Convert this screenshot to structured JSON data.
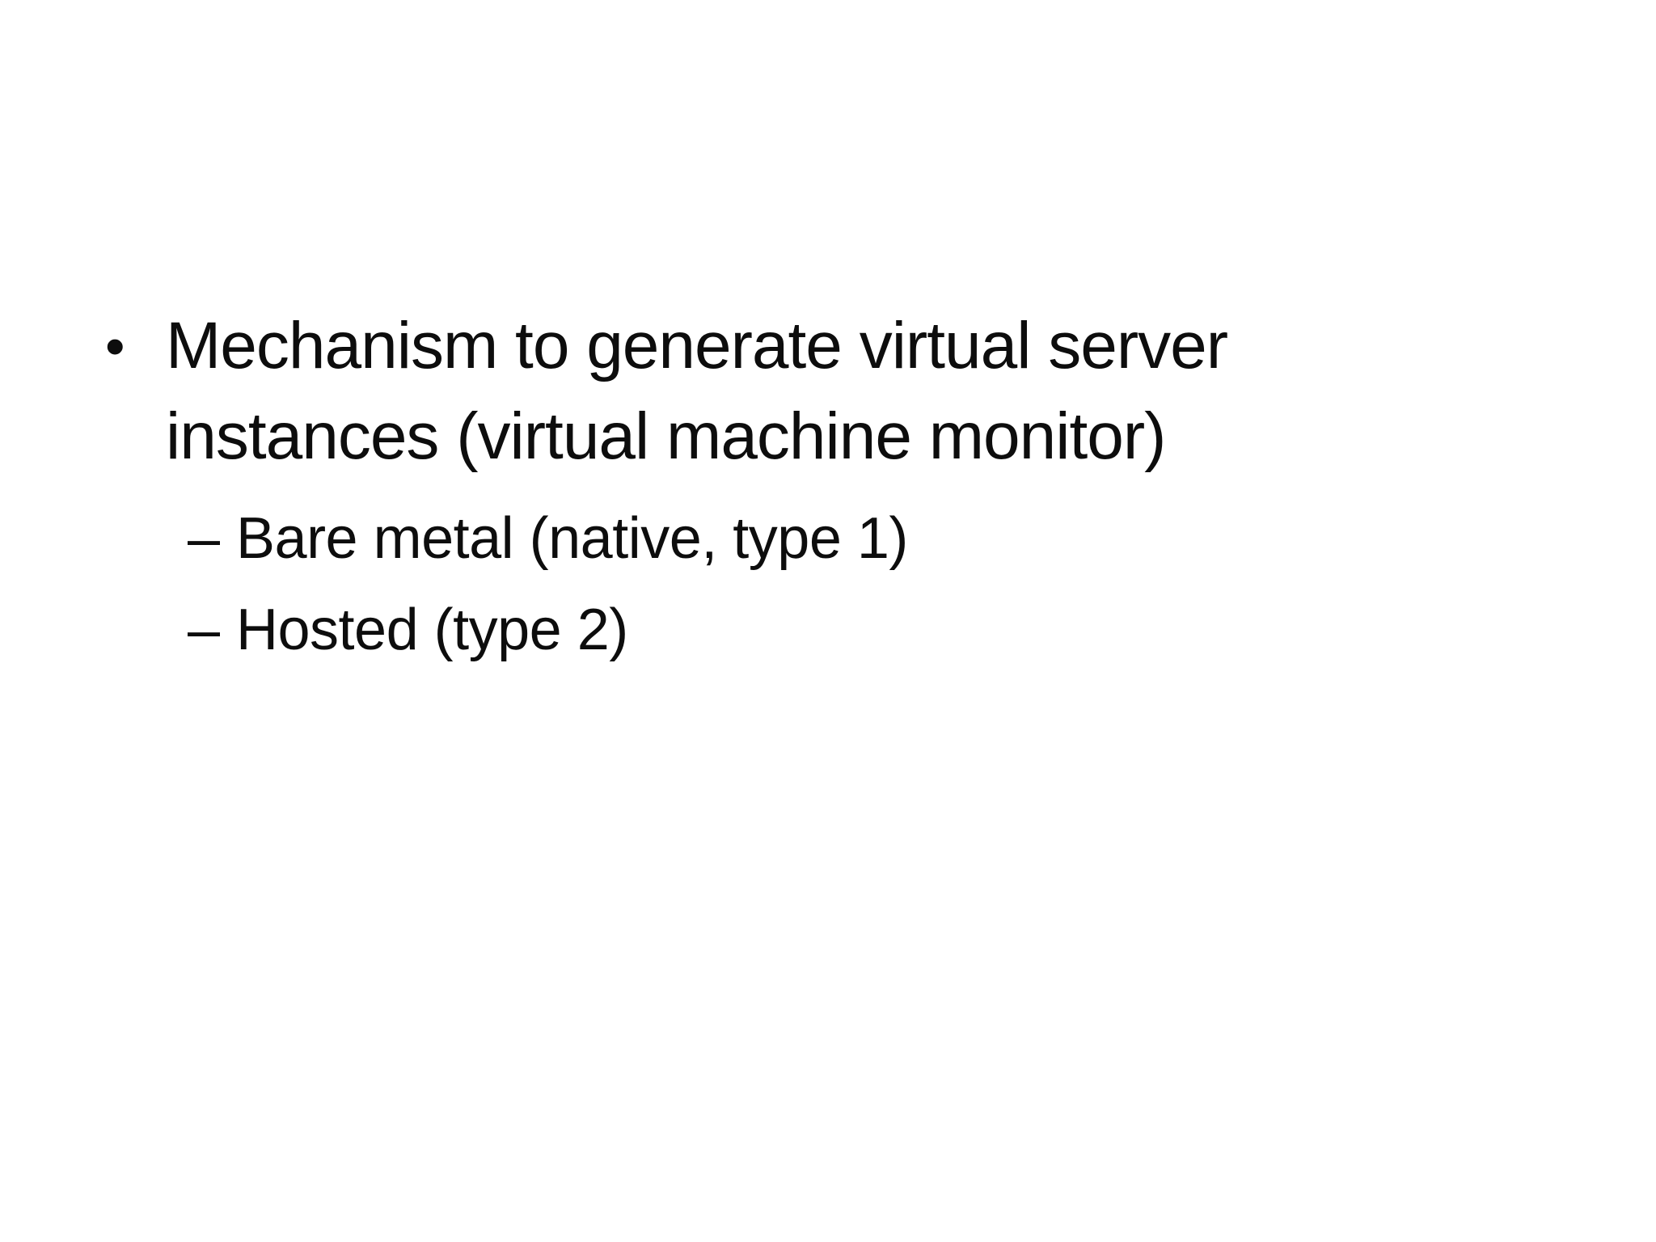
{
  "slide": {
    "background_color": "#ffffff",
    "text_color": "#0d0d0d",
    "bullets": [
      {
        "level": 1,
        "marker": "•",
        "text": "Mechanism to generate virtual server instances (virtual machine monitor)",
        "sub": [
          {
            "level": 2,
            "marker": "–",
            "text": "Bare metal (native, type 1)"
          },
          {
            "level": 2,
            "marker": "–",
            "text": "Hosted (type 2)"
          }
        ]
      }
    ]
  }
}
